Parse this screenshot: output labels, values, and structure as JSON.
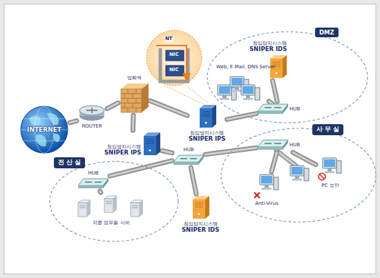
{
  "diagram": {
    "nodes": [
      {
        "text": [
          "INTERNET"
        ]
      },
      {
        "text": [
          "ROUTER"
        ]
      },
      {
        "text": [
          "방화벽"
        ]
      },
      {
        "text": [
          "DMZ"
        ]
      },
      {
        "text": [
          "침입탐지시스템",
          "SNIPER IDS"
        ],
        "in": 3
      },
      {
        "text": [
          "Web, E-Mail, DNS Server"
        ],
        "in": 3
      },
      {
        "text": [
          "HUB"
        ],
        "in": 3
      },
      {
        "text": [
          "침입방지시스템",
          "SNIPER IPS"
        ]
      },
      {
        "text": [
          "침입방지시스템",
          "SNIPER IPS"
        ]
      },
      {
        "text": [
          "HUB"
        ]
      },
      {
        "text": [
          "사 무 실"
        ]
      },
      {
        "text": [
          "HUB"
        ],
        "in": 10
      },
      {
        "text": [
          "PC 보안"
        ],
        "in": 10
      },
      {
        "text": [
          "Anti-Virus"
        ],
        "in": 10
      },
      {
        "text": [
          "전 산 실"
        ]
      },
      {
        "text": [
          "HUB"
        ],
        "in": 14
      },
      {
        "text": [
          "각종 업무용 서버"
        ],
        "in": 14
      },
      {
        "text": [
          "침입탐지시스템",
          "SNIPER IDS"
        ]
      }
    ],
    "edges": [
      {
        "from": 0,
        "to": 1,
        "arrow": "none"
      },
      {
        "from": 1,
        "to": 2,
        "arrow": "none"
      },
      {
        "from": 2,
        "to": 7,
        "arrow": "none"
      },
      {
        "from": 7,
        "to": 6,
        "arrow": "none"
      },
      {
        "from": 6,
        "to": 4,
        "arrow": "none"
      },
      {
        "from": 6,
        "to": 5,
        "arrow": "none"
      },
      {
        "from": 2,
        "to": 8,
        "arrow": "none"
      },
      {
        "from": 8,
        "to": 9,
        "arrow": "none"
      },
      {
        "from": 9,
        "to": 11,
        "arrow": "none"
      },
      {
        "from": 11,
        "to": 12,
        "arrow": "none"
      },
      {
        "from": 11,
        "to": 13,
        "arrow": "none"
      },
      {
        "from": 9,
        "to": 15,
        "arrow": "none"
      },
      {
        "from": 15,
        "to": 16,
        "arrow": "none"
      },
      {
        "from": 9,
        "to": 17,
        "arrow": "none"
      }
    ],
    "labels": [
      "NT",
      "NIC",
      "NIC"
    ]
  }
}
